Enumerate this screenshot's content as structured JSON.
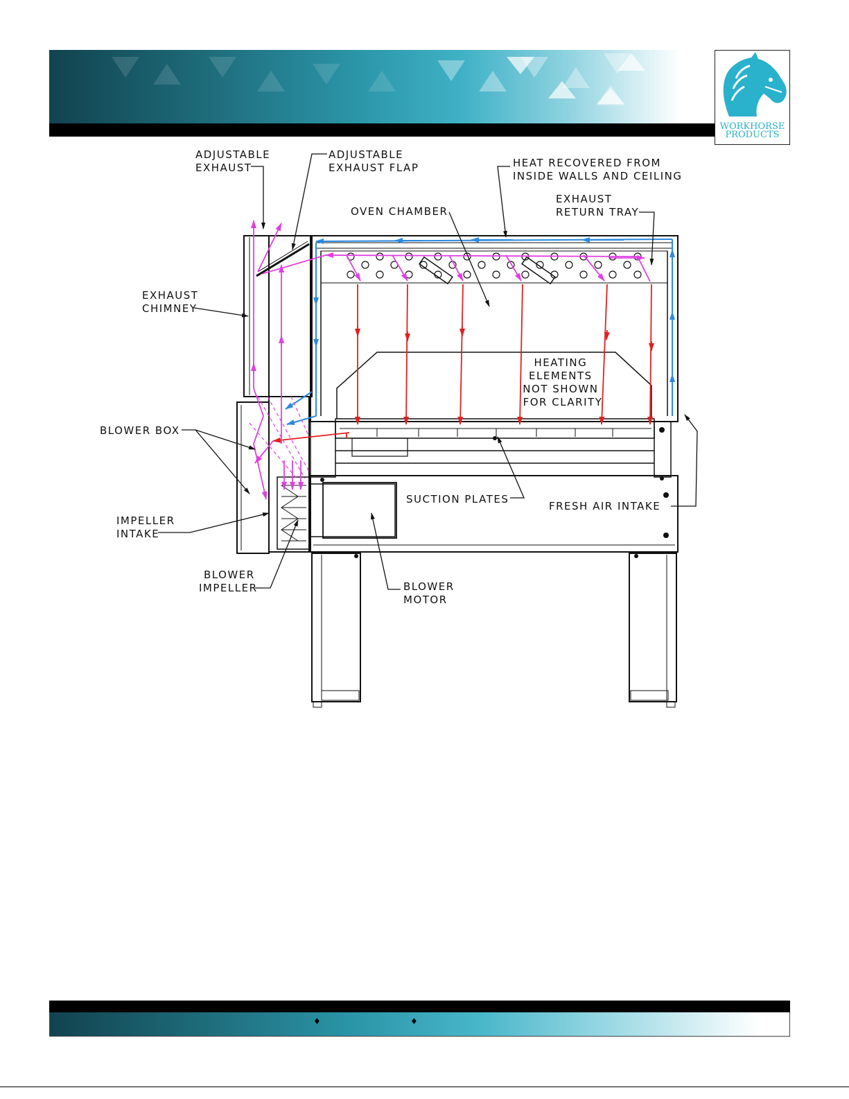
{
  "logo": {
    "line1": "WORKHORSE",
    "line2": "PRODUCTS"
  },
  "labels": {
    "adjustable_exhaust": [
      "ADJUSTABLE",
      "EXHAUST"
    ],
    "adjustable_exhaust_flap": [
      "ADJUSTABLE",
      "EXHAUST FLAP"
    ],
    "heat_recovered": [
      "HEAT RECOVERED FROM",
      "INSIDE WALLS AND CEILING"
    ],
    "oven_chamber": [
      "OVEN CHAMBER"
    ],
    "exhaust_return_tray": [
      "EXHAUST",
      "RETURN TRAY"
    ],
    "exhaust_chimney": [
      "EXHAUST",
      "CHIMNEY"
    ],
    "heating_elements": [
      "HEATING",
      "ELEMENTS",
      "NOT SHOWN",
      "FOR CLARITY"
    ],
    "blower_box": [
      "BLOWER BOX"
    ],
    "impeller_intake": [
      "IMPELLER",
      "INTAKE"
    ],
    "suction_plates": [
      "SUCTION PLATES"
    ],
    "fresh_air_intake": [
      "FRESH AIR INTAKE"
    ],
    "blower_impeller": [
      "BLOWER",
      "IMPELLER"
    ],
    "blower_motor": [
      "BLOWER",
      "MOTOR"
    ]
  },
  "colors": {
    "exhaust_flow": "#e040e0",
    "heat_flow": "#e02020",
    "recovered_flow": "#2a8ae0",
    "brand": "#2ab1cc"
  },
  "footer": {
    "separator_glyph": "♦"
  }
}
